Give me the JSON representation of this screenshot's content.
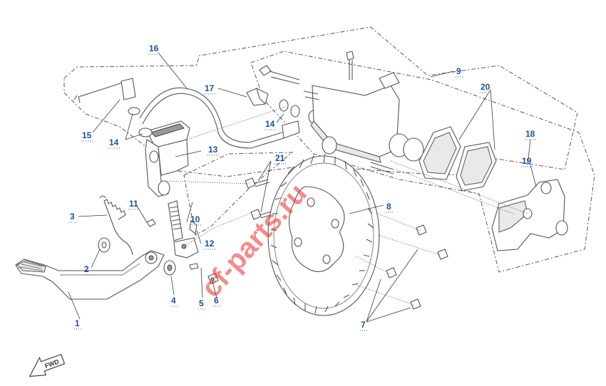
{
  "callouts": {
    "p1": "1",
    "p2": "2",
    "p3": "3",
    "p4": "4",
    "p5": "5",
    "p6": "6",
    "p7": "7",
    "p8": "8",
    "p9": "9",
    "p10": "10",
    "p11": "11",
    "p12": "12",
    "p13": "13",
    "p14a": "14",
    "p14b": "14",
    "p15": "15",
    "p16": "16",
    "p17": "17",
    "p18": "18",
    "p19": "19",
    "p20": "20",
    "p21": "21"
  },
  "watermark": "cf-parts.ru",
  "direction_badge": "FWD",
  "colors": {
    "callout": "#1f4e9a",
    "watermark": "#e63030",
    "lines": "#555555"
  }
}
